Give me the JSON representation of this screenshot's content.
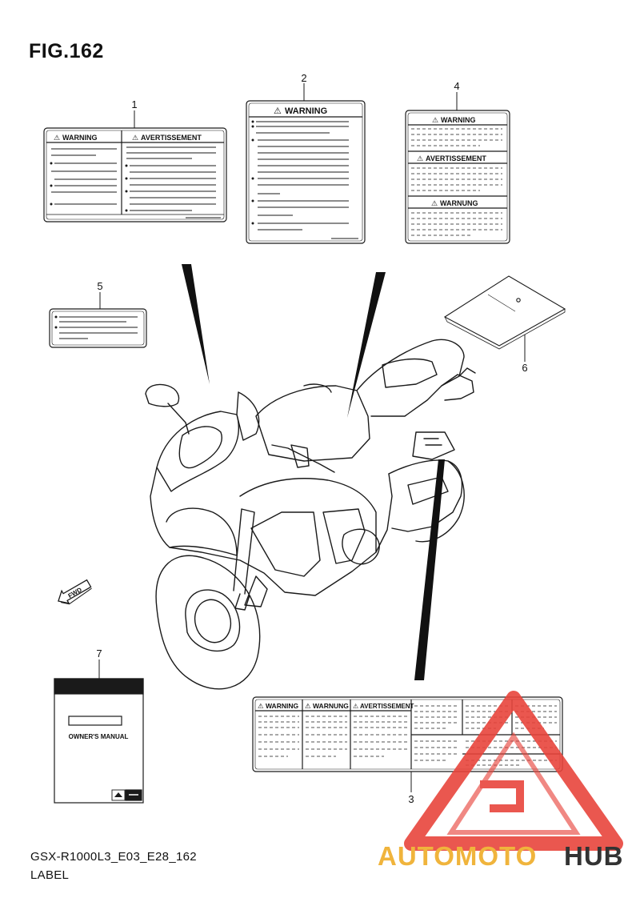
{
  "figure": {
    "title": "FIG.162",
    "code": "GSX-R1000L3_E03_E28_162",
    "caption": "LABEL"
  },
  "callouts": [
    "1",
    "2",
    "3",
    "4",
    "5",
    "6",
    "7"
  ],
  "labels": {
    "warning": "WARNING",
    "warnung": "WARNUNG",
    "avertissement": "AVERTISSEMENT",
    "owners_manual": "OWNER'S MANUAL",
    "fwd": "FWD",
    "warning_symbol": "⚠"
  },
  "watermark": {
    "part1": "AUTOMOTO",
    "part2": "HUB",
    "color_main": "#e8453c",
    "color_accent": "#f0b43c",
    "color_dark": "#222222"
  },
  "colors": {
    "line": "#1a1a1a",
    "background": "#ffffff"
  }
}
